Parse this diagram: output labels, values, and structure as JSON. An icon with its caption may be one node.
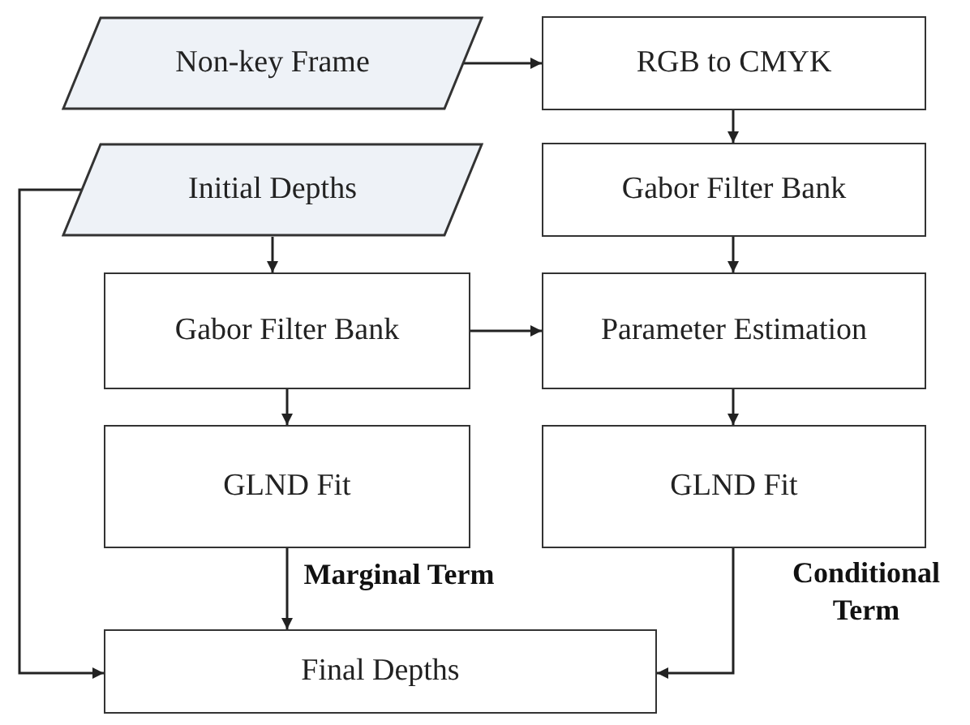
{
  "diagram": {
    "nodes": [
      {
        "text": [
          "Non-key Frame"
        ]
      },
      {
        "text": [
          "RGB to CMYK"
        ]
      },
      {
        "text": [
          "Initial Depths"
        ]
      },
      {
        "text": [
          "Gabor Filter Bank"
        ]
      },
      {
        "text": [
          "Gabor Filter Bank"
        ]
      },
      {
        "text": [
          "Parameter Estimation"
        ]
      },
      {
        "text": [
          "GLND Fit"
        ]
      },
      {
        "text": [
          "GLND Fit"
        ]
      },
      {
        "text": [
          "Final Depths"
        ]
      }
    ],
    "edges": [
      {
        "from": 0,
        "to": 1,
        "arrow": "to"
      },
      {
        "from": 1,
        "to": 3,
        "arrow": "to"
      },
      {
        "from": 3,
        "to": 5,
        "arrow": "to"
      },
      {
        "from": 2,
        "to": 4,
        "arrow": "to"
      },
      {
        "from": 4,
        "to": 5,
        "arrow": "to"
      },
      {
        "from": 4,
        "to": 6,
        "arrow": "to"
      },
      {
        "from": 5,
        "to": 7,
        "arrow": "to"
      },
      {
        "from": 6,
        "to": 8,
        "arrow": "to",
        "label": "Marginal Term"
      },
      {
        "from": 7,
        "to": 8,
        "arrow": "to",
        "label": "Conditional Term"
      },
      {
        "from": 2,
        "to": 8,
        "arrow": "to"
      }
    ]
  }
}
